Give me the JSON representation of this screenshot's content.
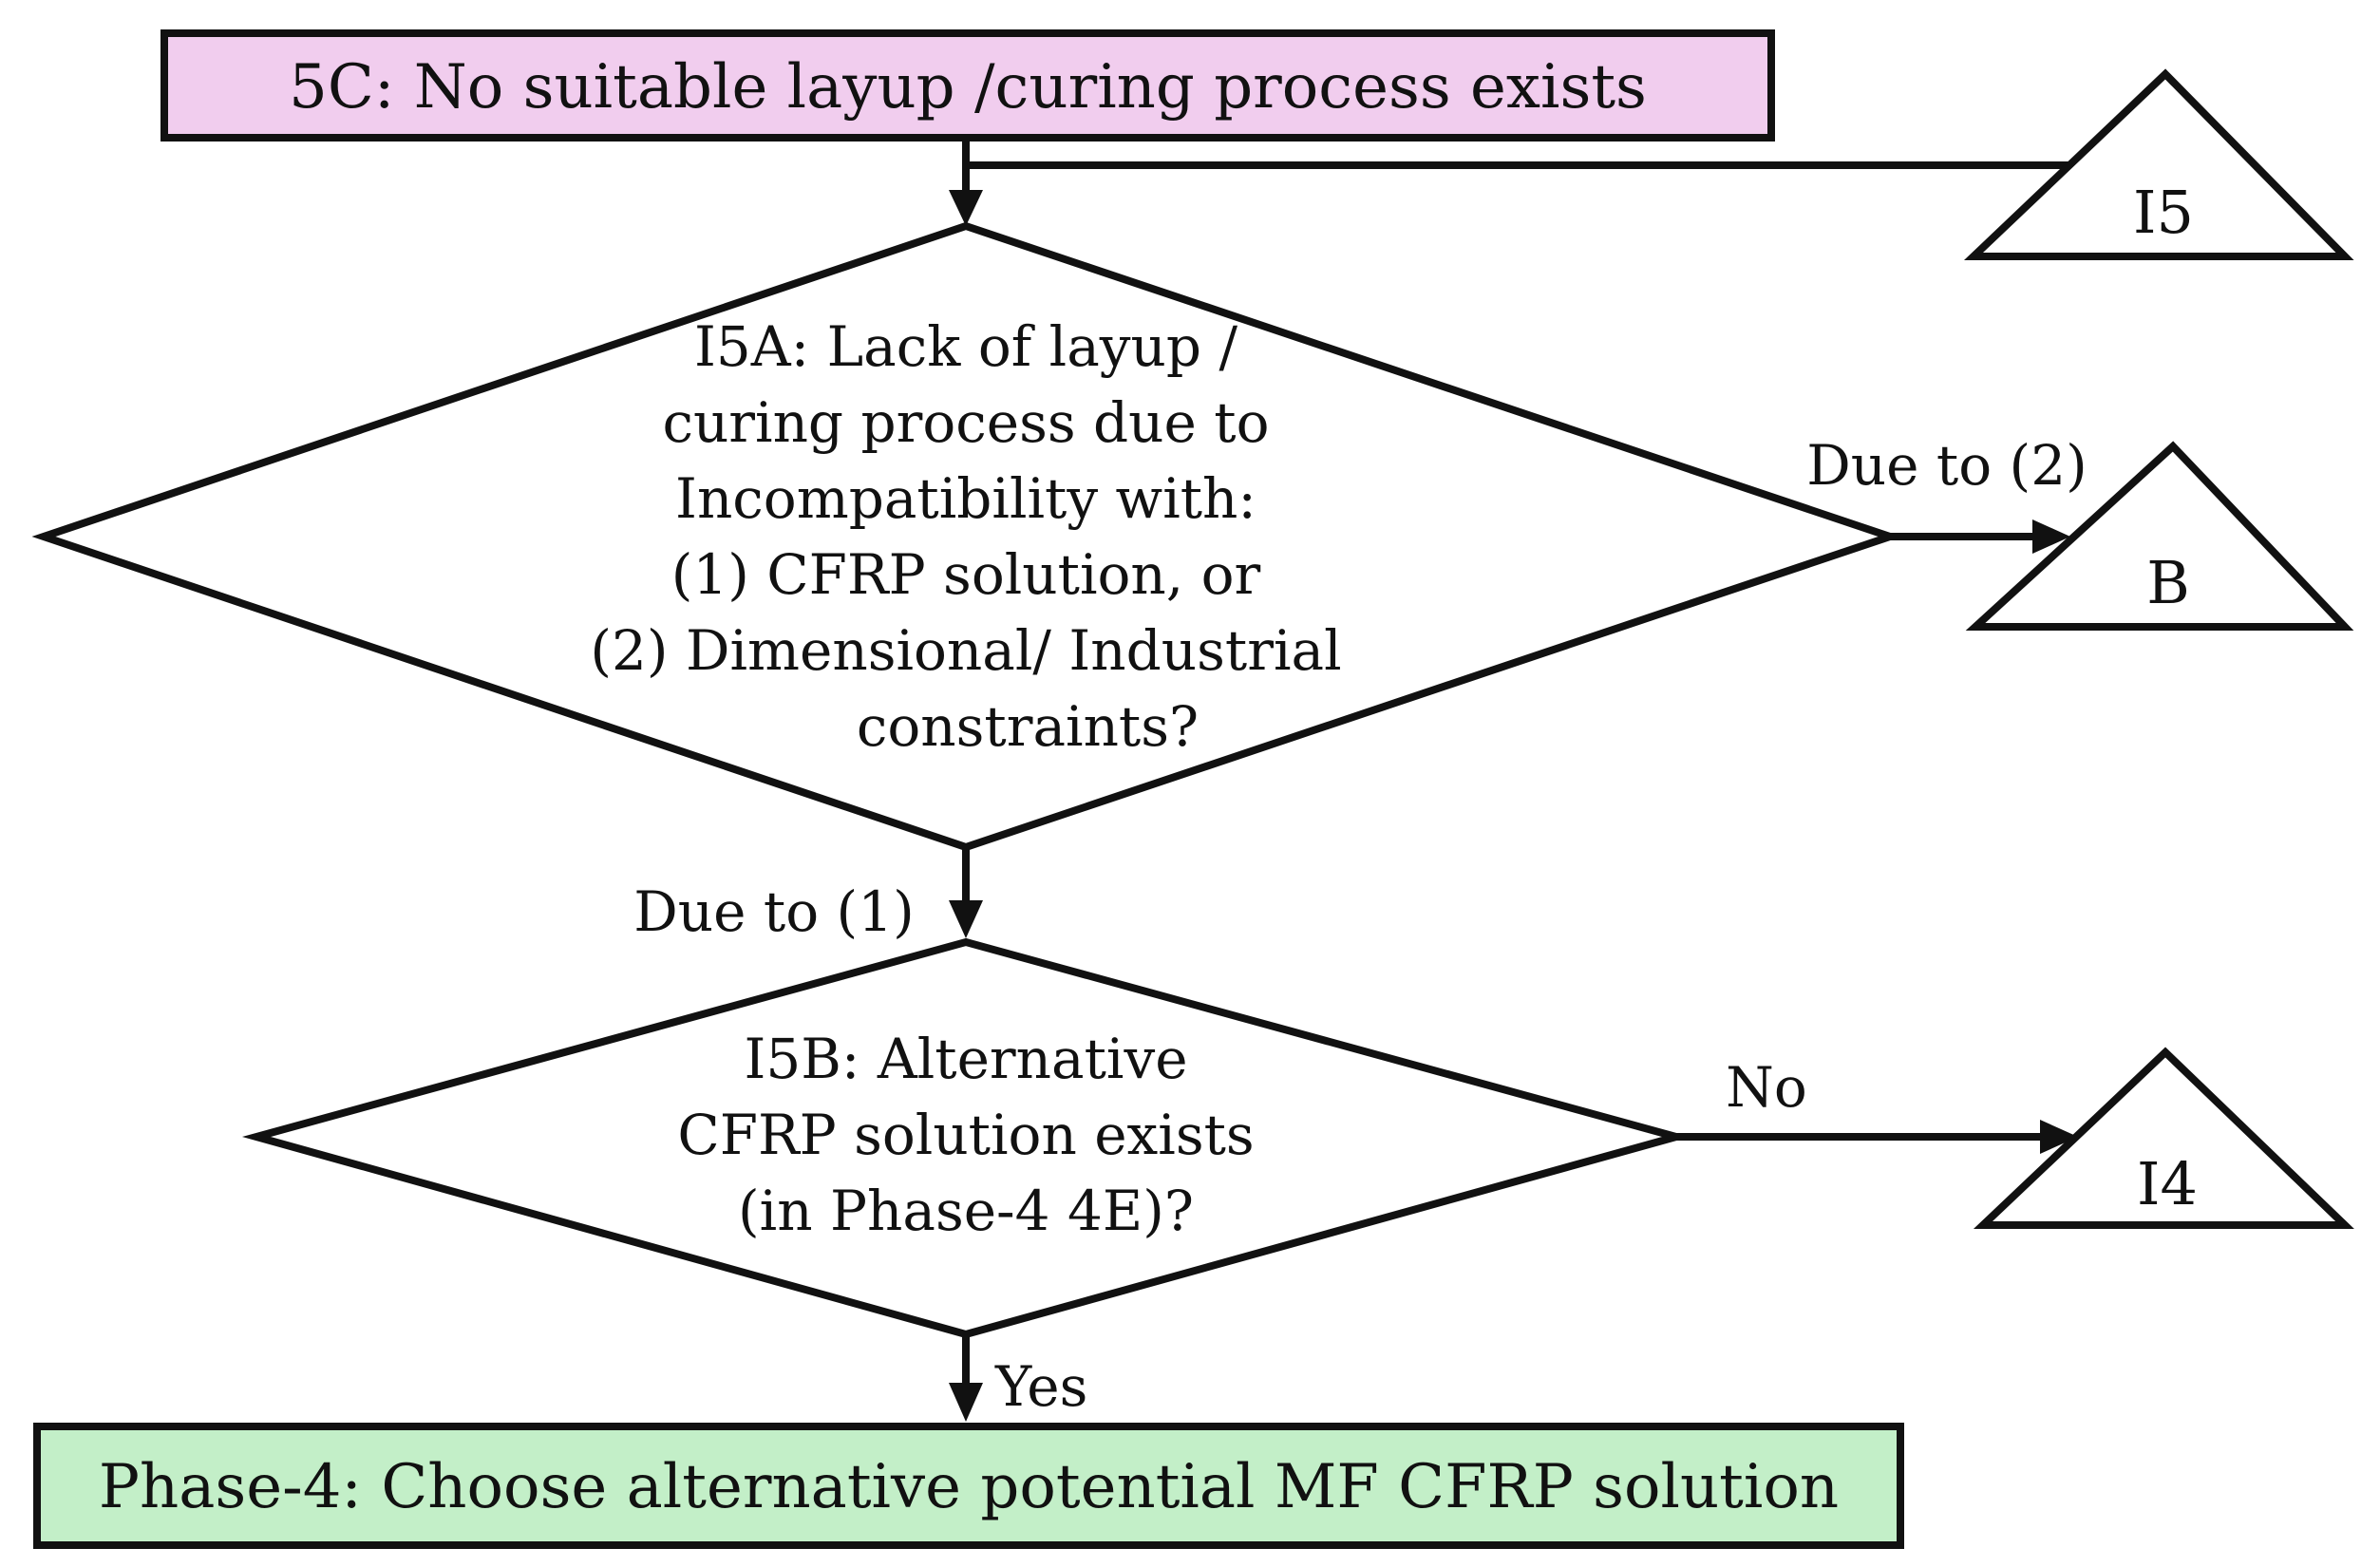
{
  "diagram": {
    "start_box": {
      "text": "5C: No suitable  layup /curing process exists",
      "color": "#f1cdee"
    },
    "decision_i5a": {
      "lines": [
        "I5A: Lack of  layup /",
        "curing  process due  to",
        "Incompatibility with:",
        "(1)  CFRP solution, or",
        "(2)  Dimensional/ Industrial",
        "constraints?"
      ]
    },
    "decision_i5b": {
      "lines": [
        "I5B: Alternative",
        "CFRP solution exists",
        "(in Phase-4 4E)?"
      ]
    },
    "connectors": {
      "i5": "I5",
      "b": "B",
      "i4": "I4"
    },
    "edge_labels": {
      "due_to_2": "Due to (2)",
      "due_to_1": "Due to (1)",
      "no": "No",
      "yes": "Yes"
    },
    "end_box": {
      "text": "Phase-4: Choose alternative  potential  MF CFRP solution",
      "color": "#c3efc8"
    }
  }
}
